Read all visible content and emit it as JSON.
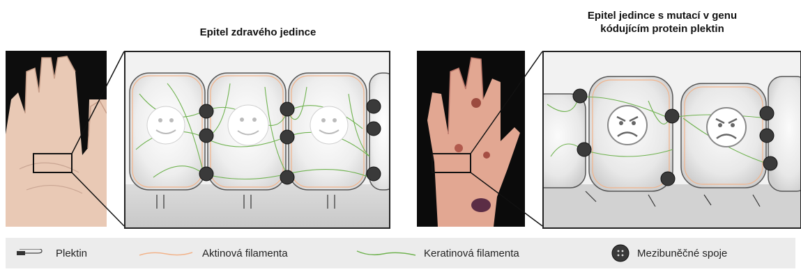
{
  "titles": {
    "healthy": "Epitel zdravého jedince",
    "mutant": "Epitel jedince s mutací v genu\nkódujícím protein plektin"
  },
  "legend": {
    "plectin": "Plektin",
    "actin": "Aktinová filamenta",
    "keratin": "Keratinová filamenta",
    "junctions": "Mezibuněčné spoje"
  },
  "colors": {
    "actin": "#f2b38a",
    "keratin": "#6fb24f",
    "junction": "#3a3a3a",
    "frame": "#222222"
  }
}
